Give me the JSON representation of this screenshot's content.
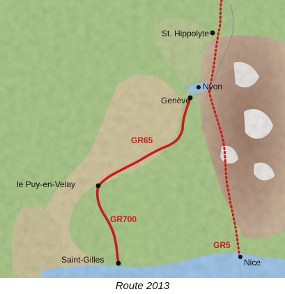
{
  "map": {
    "cities": [
      {
        "id": "st-hippolyte",
        "name": "St. Hippolyte"
      },
      {
        "id": "nyon",
        "name": "Nyon"
      },
      {
        "id": "geneve",
        "name": "Genève"
      },
      {
        "id": "le-puy",
        "name": "le Puy-en-Velay"
      },
      {
        "id": "saint-gilles",
        "name": "Saint-Gilles"
      },
      {
        "id": "nice",
        "name": "Nice"
      }
    ],
    "routes": [
      {
        "id": "gr65",
        "label": "GR65",
        "color": "#cc1a1a",
        "style": "solid"
      },
      {
        "id": "gr700",
        "label": "GR700",
        "color": "#cc1a1a",
        "style": "solid"
      },
      {
        "id": "gr5",
        "label": "GR5",
        "color": "#cc1a1a",
        "style": "dotted"
      }
    ],
    "colors": {
      "plain_green": "#a8c58a",
      "hills_tan": "#d2c6a2",
      "mountains": "#b89a84",
      "snow": "#ece9e9",
      "sea": "#9ec3e6",
      "lake": "#9fc3e8",
      "route_red": "#cc1a1a"
    }
  },
  "caption": "Route 2013"
}
